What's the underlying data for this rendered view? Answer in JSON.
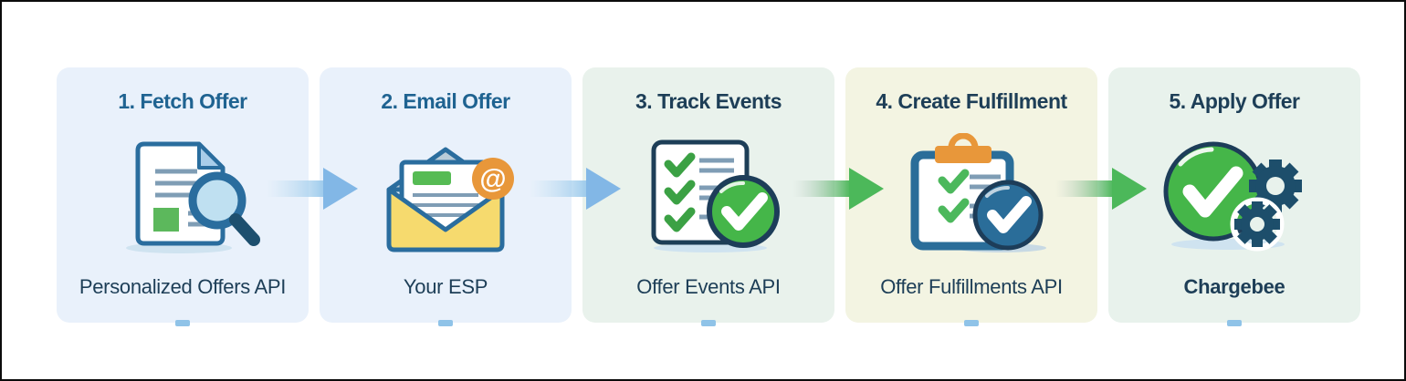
{
  "diagram": {
    "steps": [
      {
        "title": "1. Fetch Offer",
        "subtitle": "Personalized Offers API",
        "icon": "document-magnifier-icon",
        "bg": "#e9f1fb",
        "title_color": "#1f6391"
      },
      {
        "title": "2. Email Offer",
        "subtitle": "Your ESP",
        "icon": "email-envelope-icon",
        "bg": "#e9f1fb",
        "title_color": "#1f6391"
      },
      {
        "title": "3. Track Events",
        "subtitle": "Offer Events API",
        "icon": "checklist-check-icon",
        "bg": "#e9f2ec",
        "title_color": "#1d3e57"
      },
      {
        "title": "4. Create Fulfillment",
        "subtitle": "Offer Fulfillments API",
        "icon": "clipboard-check-icon",
        "bg": "#f3f4e2",
        "title_color": "#1d3e57"
      },
      {
        "title": "5. Apply Offer",
        "subtitle": "Chargebee",
        "icon": "check-gears-icon",
        "bg": "#e8f2ec",
        "title_color": "#1d3e57"
      }
    ],
    "arrows": [
      {
        "between": "steps-1-2",
        "color": "#82b7e6"
      },
      {
        "between": "steps-2-3",
        "color": "#82b7e6"
      },
      {
        "between": "steps-3-4",
        "color": "#4cb85a"
      },
      {
        "between": "steps-4-5",
        "color": "#4cb85a"
      }
    ],
    "palette": {
      "navy_text": "#1d3e57",
      "blue_title": "#1f6391",
      "outline_blue": "#2a6d9e",
      "success_green": "#45b649",
      "accent_orange": "#e8973a",
      "envelope_yellow": "#f6da6e",
      "line_gray": "#7f9db5"
    }
  }
}
